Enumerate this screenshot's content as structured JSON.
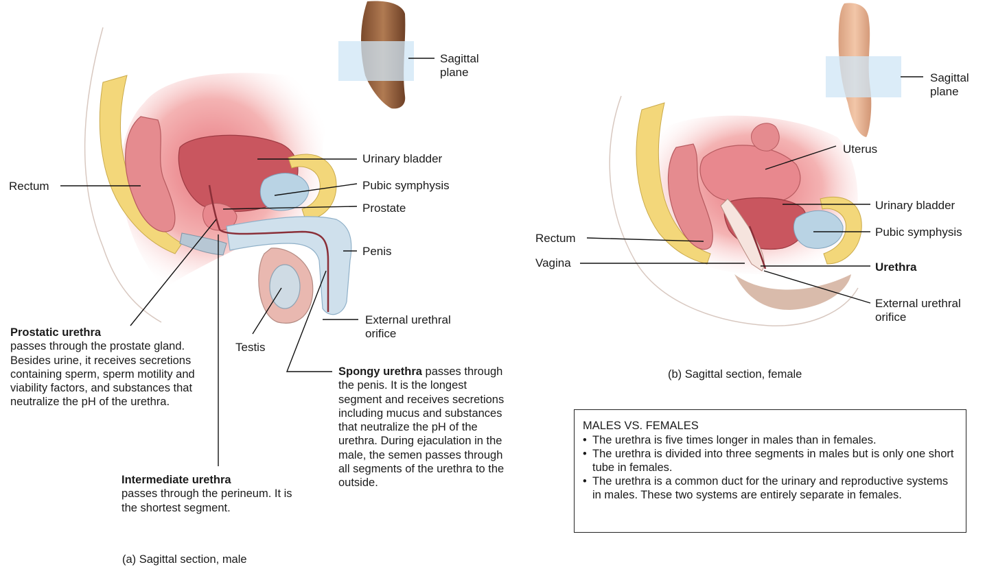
{
  "male": {
    "caption": "(a) Sagittal section, male",
    "labels": {
      "sagittal_plane": [
        "Sagittal",
        "plane"
      ],
      "urinary_bladder": "Urinary bladder",
      "pubic_symphysis": "Pubic symphysis",
      "prostate": "Prostate",
      "penis": "Penis",
      "rectum": "Rectum",
      "external_urethral_orifice": [
        "External urethral",
        "orifice"
      ],
      "testis": "Testis"
    },
    "prostatic_urethra": {
      "term": "Prostatic urethra",
      "text": "passes through the prostate gland. Besides urine, it receives secretions containing sperm, sperm motility and viability factors, and substances that neutralize the pH of the urethra."
    },
    "intermediate_urethra": {
      "term": "Intermediate urethra",
      "text": "passes through the perineum. It is the shortest segment."
    },
    "spongy_urethra": {
      "term": "Spongy urethra",
      "text": "passes through the penis. It is the longest segment and receives secretions including mucus and substances that neutralize the pH of the urethra. During ejaculation in the male, the semen passes through all segments of the urethra to the outside."
    }
  },
  "female": {
    "caption": "(b) Sagittal section, female",
    "labels": {
      "sagittal_plane": [
        "Sagittal",
        "plane"
      ],
      "uterus": "Uterus",
      "urinary_bladder": "Urinary bladder",
      "pubic_symphysis": "Pubic symphysis",
      "rectum": "Rectum",
      "vagina": "Vagina",
      "urethra": "Urethra",
      "external_urethral_orifice": [
        "External urethral",
        "orifice"
      ]
    }
  },
  "comparison": {
    "title": "MALES VS. FEMALES",
    "items": [
      "The urethra is five times longer in males than in females.",
      "The urethra is divided into three segments in males but is only one short tube in females.",
      "The urethra is a common duct for the urinary and reproductive systems in males. These two systems are entirely separate in females."
    ]
  },
  "colors": {
    "tissue_pink": "#f2a3a3",
    "bladder": "#c9565f",
    "fat_yellow": "#f3d77a",
    "bone_blue": "#b9d3e4",
    "plane_blue": "#cfe6f6",
    "skin": "#a56a44"
  }
}
